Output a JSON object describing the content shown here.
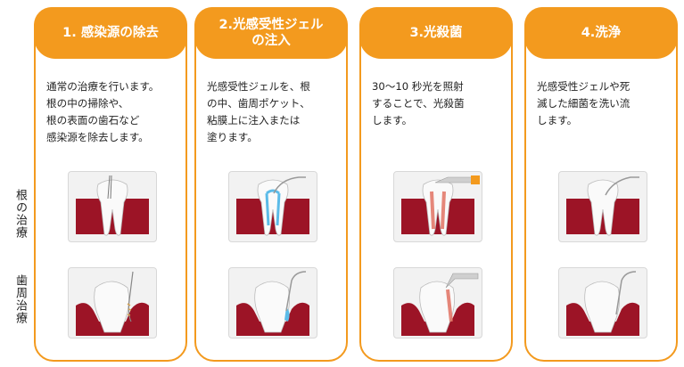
{
  "sidebar": {
    "root_label": "根の治療",
    "periodontal_label": "歯周治療"
  },
  "steps": [
    {
      "title": "1. 感染源の除去",
      "text": "通常の治療を行います。\n根の中の掃除や、\n根の表面の歯石など\n感染源を除去します。"
    },
    {
      "title": "2.光感受性ジェル\nの注入",
      "text": "光感受性ジェルを、根\nの中、歯周ポケット、\n粘膜上に注入または\n塗ります。"
    },
    {
      "title": "3.光殺菌",
      "text": "30〜10 秒光を照射\nすることで、光殺菌\nします。"
    },
    {
      "title": "4.洗浄",
      "text": "光感受性ジェルや死\n滅した細菌を洗い流\nします。"
    }
  ],
  "colors": {
    "accent": "#f39a1e",
    "gum": "#9c1426",
    "gel": "#5bbbe8",
    "panel_bg": "#f2f2f2"
  }
}
